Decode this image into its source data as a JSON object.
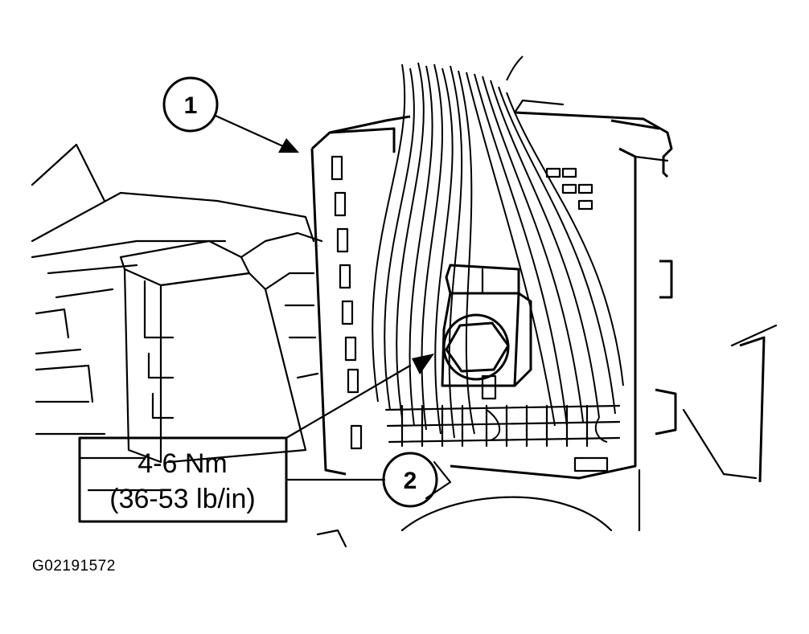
{
  "callouts": [
    {
      "number": "1"
    },
    {
      "number": "2"
    }
  ],
  "torque_spec": {
    "line1": "4-6 Nm",
    "line2": "(36-53 lb/in)"
  },
  "figure_id": "G02191572"
}
